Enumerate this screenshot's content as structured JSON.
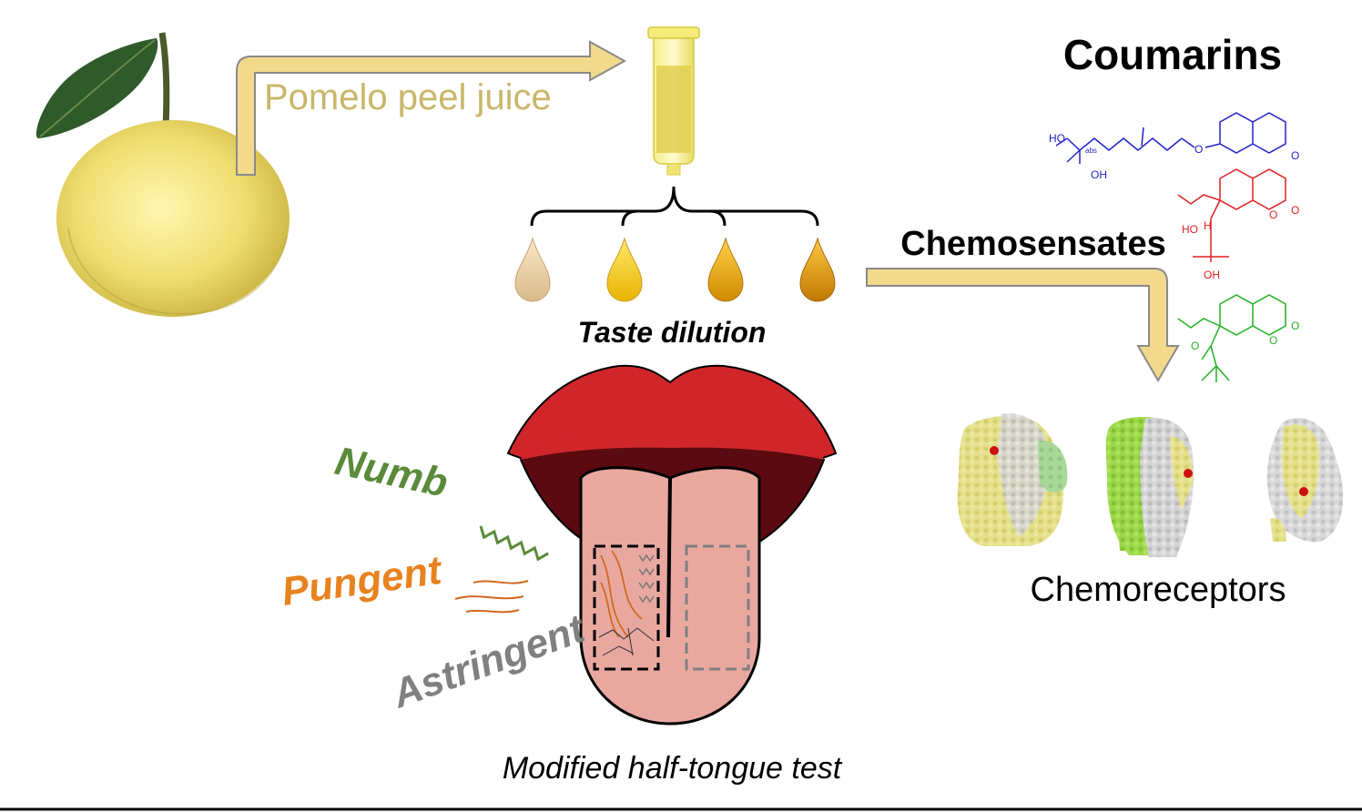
{
  "labels": {
    "pomelo_juice": "Pomelo peel juice",
    "taste_dilution": "Taste dilution",
    "coumarins": "Coumarins",
    "chemosensates": "Chemosensates",
    "chemoreceptors": "Chemoreceptors",
    "half_tongue_test": "Modified half-tongue test",
    "numb": "Numb",
    "pungent": "Pungent",
    "astringent": "Astringent"
  },
  "molecules": {
    "mol1_ho": "HO",
    "mol1_oh": "OH",
    "mol1_abs": "abs",
    "mol1_o": "O",
    "mol1_keto": "O",
    "mol2_ho": "HO",
    "mol2_h": "H",
    "mol2_oh": "OH",
    "mol2_o": "O",
    "mol2_keto": "O",
    "mol3_o": "O",
    "mol3_keto": "O",
    "mol3_ketone": "O"
  },
  "colors": {
    "arrow_fill": "#f2d98c",
    "arrow_stroke": "#8a8a8a",
    "juice_label": "#c9b66a",
    "numb": "#5b8a3a",
    "pungent": "#e8821e",
    "astringent": "#808080",
    "mol_blue": "#2323c8",
    "mol_red": "#e02020",
    "mol_green": "#22b022",
    "lips": "#d0262a",
    "tongue": "#e8a8a0",
    "protein_yellow": "#e4e08c",
    "protein_green": "#9bd84a",
    "protein_gray": "#c8c8c8"
  },
  "icons": [
    "pomelo-fruit-icon",
    "syringe-tube-icon",
    "droplet-icon",
    "tongue-icon",
    "protein-structure-icon"
  ]
}
